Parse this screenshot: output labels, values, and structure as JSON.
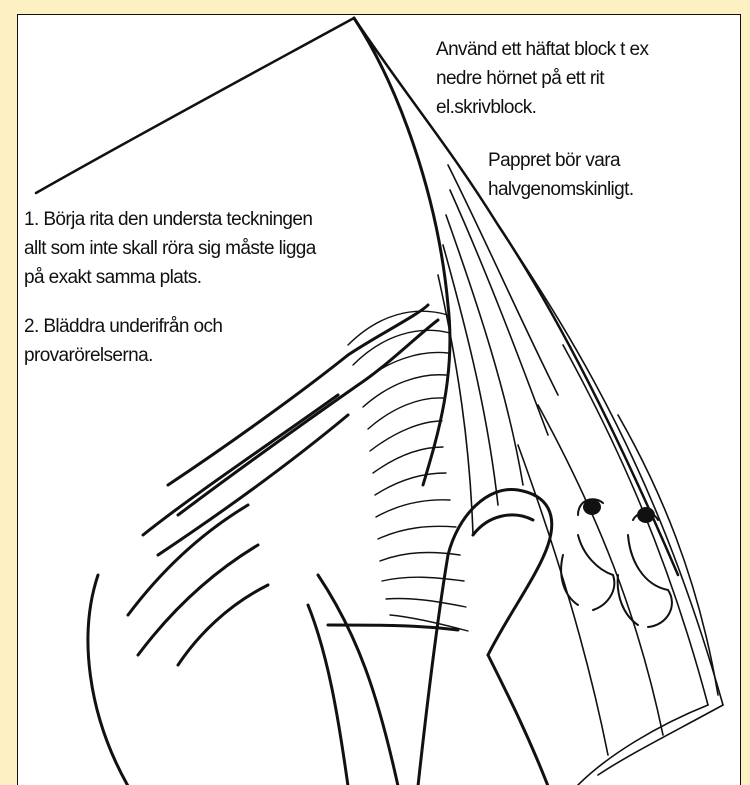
{
  "illustration": {
    "icon": "flipbook-hand-illustration"
  },
  "notes": {
    "tip_lines": [
      "Använd ett häftat block t ex",
      "nedre hörnet på ett rit",
      "el.skrivblock."
    ],
    "paper_lines": [
      "Pappret bör vara",
      "halvgenomskinligt."
    ],
    "step1_lines": [
      "1. Börja rita den understa teckningen",
      "allt som inte skall röra sig måste ligga",
      "på exakt samma plats."
    ],
    "step2_lines": [
      "2. Bläddra underifrån och",
      "provarörelserna."
    ]
  },
  "colors": {
    "background": "#fdf1c4",
    "frame_border": "#111111",
    "ink": "#111111"
  }
}
